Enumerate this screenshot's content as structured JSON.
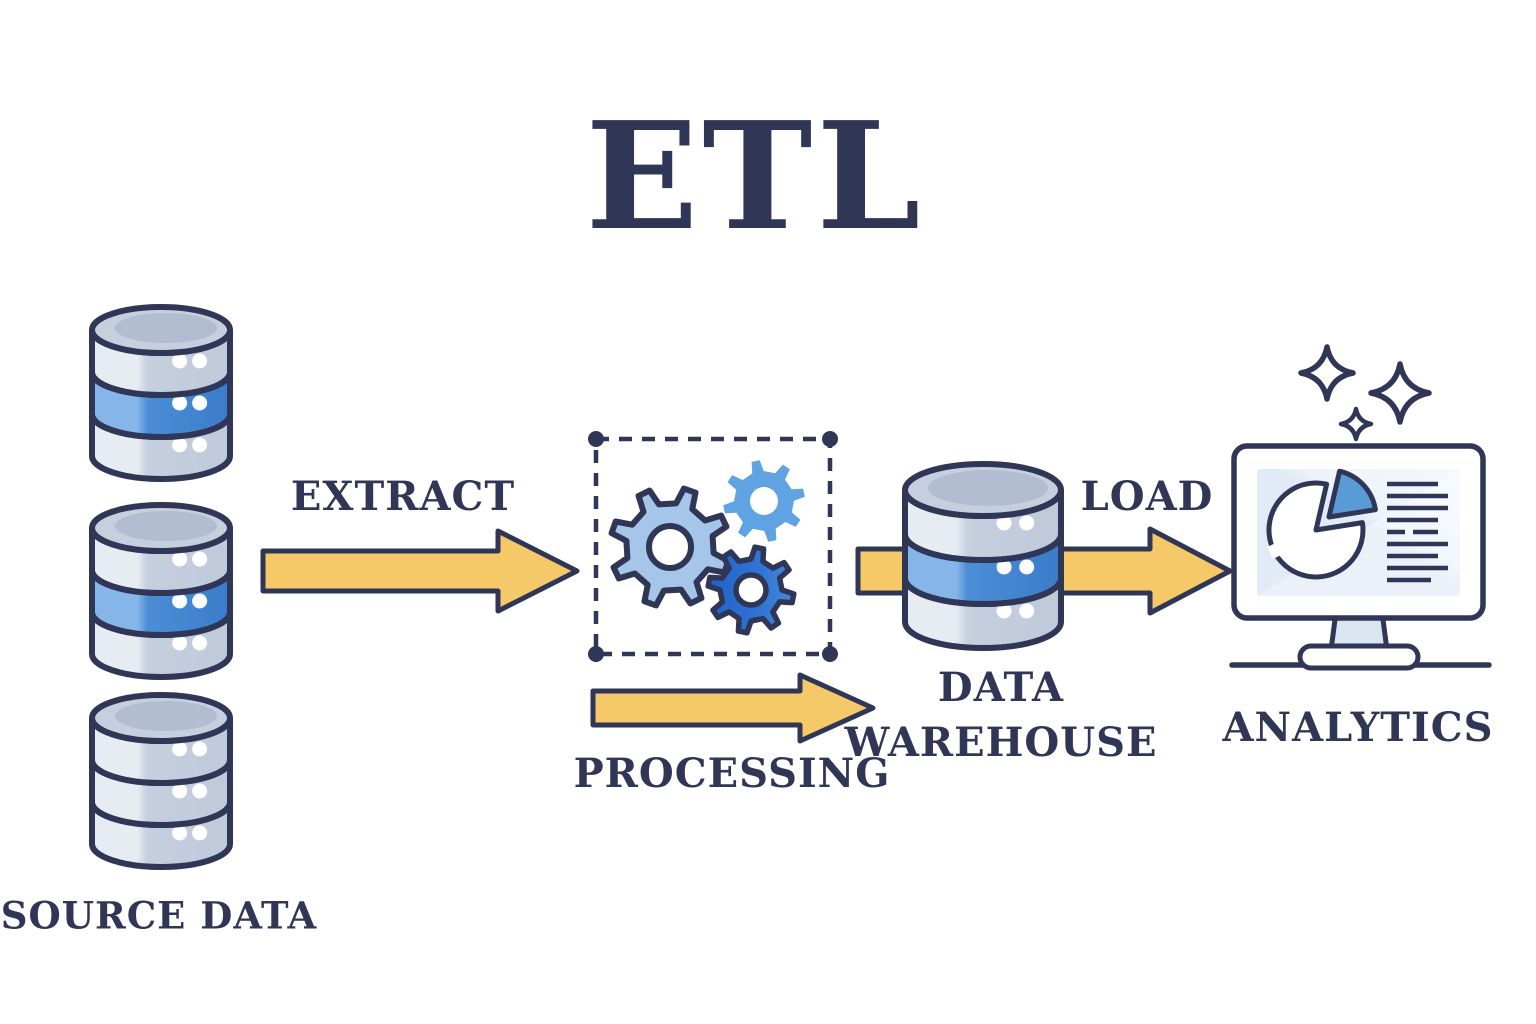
{
  "title": "ETL",
  "labels": {
    "source_data": "SOURCE DATA",
    "extract": "EXTRACT",
    "processing": "PROCESSING",
    "data_warehouse_line1": "DATA",
    "data_warehouse_line2": "WAREHOUSE",
    "load": "LOAD",
    "analytics": "ANALYTICS"
  },
  "icons": {
    "source": "database-stack-icon",
    "transform_step": "gears-icon",
    "warehouse": "database-stack-icon",
    "analytics": "monitor-pie-chart-icon",
    "decor": "sparkle-icon",
    "flow": "arrow-right-icon"
  },
  "colors": {
    "navy": "#2f3656",
    "gold": "#f5c868",
    "discGrayLight": "#e7ecf3",
    "discGray": "#c6cfde",
    "discGrayDark": "#bfc9da",
    "discBlueLight": "#86b5e9",
    "discBlue": "#4b8ed6",
    "discBlueDark": "#3b7cca",
    "discTop": "#c6cfde",
    "discTopInner": "#b2bdd1",
    "gearLight": "#a5c6e8",
    "gearSky": "#5fa3e2",
    "gearDark": "#2e72d3",
    "pieSlice": "#5b9bd5",
    "screen": "#e2eaf6",
    "stand": "#dbe4f1"
  }
}
